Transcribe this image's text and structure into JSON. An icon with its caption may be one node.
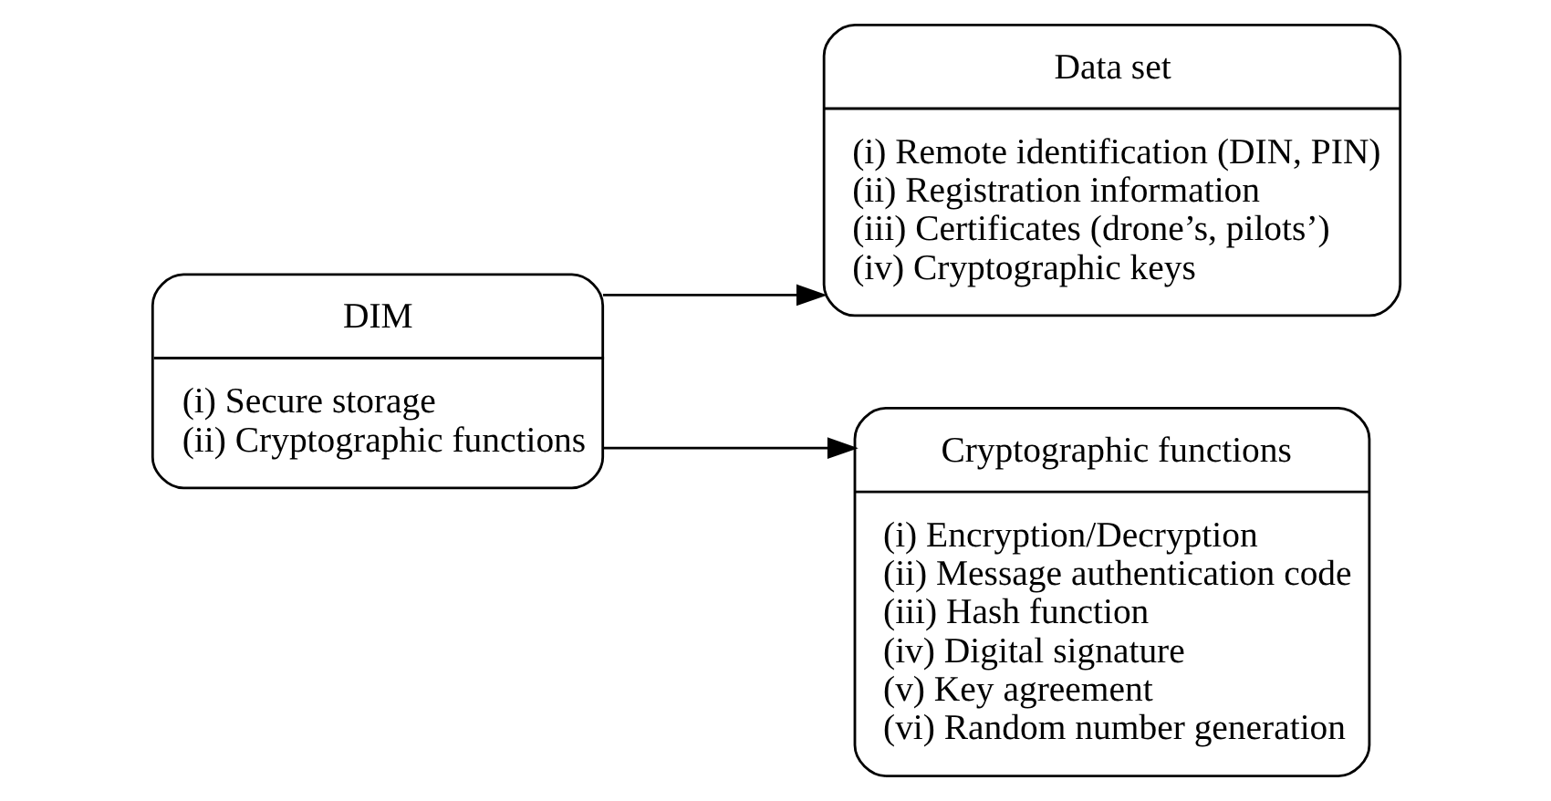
{
  "diagram": {
    "nodes": [
      {
        "text": [
          "DIM",
          "(i) Secure storage",
          "(ii) Cryptographic functions"
        ]
      },
      {
        "text": [
          "Data set",
          "(i) Remote identification (DIN, PIN)",
          "(ii) Registration information",
          "(iii) Certificates (drone’s, pilots’)",
          "(iv) Cryptographic keys"
        ]
      },
      {
        "text": [
          "Cryptographic functions",
          "(i) Encryption/Decryption",
          "(ii) Message authentication code",
          "(iii) Hash function",
          "(iv) Digital signature",
          "(v) Key agreement",
          "(vi) Random number generation"
        ]
      }
    ],
    "edges": [
      {
        "from": 0,
        "to": 1,
        "arrow": "to"
      },
      {
        "from": 0,
        "to": 2,
        "arrow": "to"
      }
    ]
  }
}
